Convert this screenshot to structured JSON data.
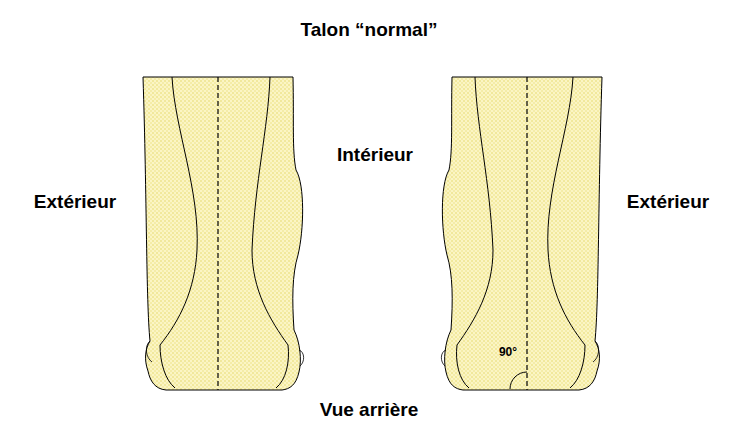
{
  "diagram": {
    "title": "Talon “normal”",
    "caption": "Vue arrière",
    "labels": [
      "Intérieur",
      "Extérieur",
      "Extérieur",
      "90°"
    ]
  }
}
